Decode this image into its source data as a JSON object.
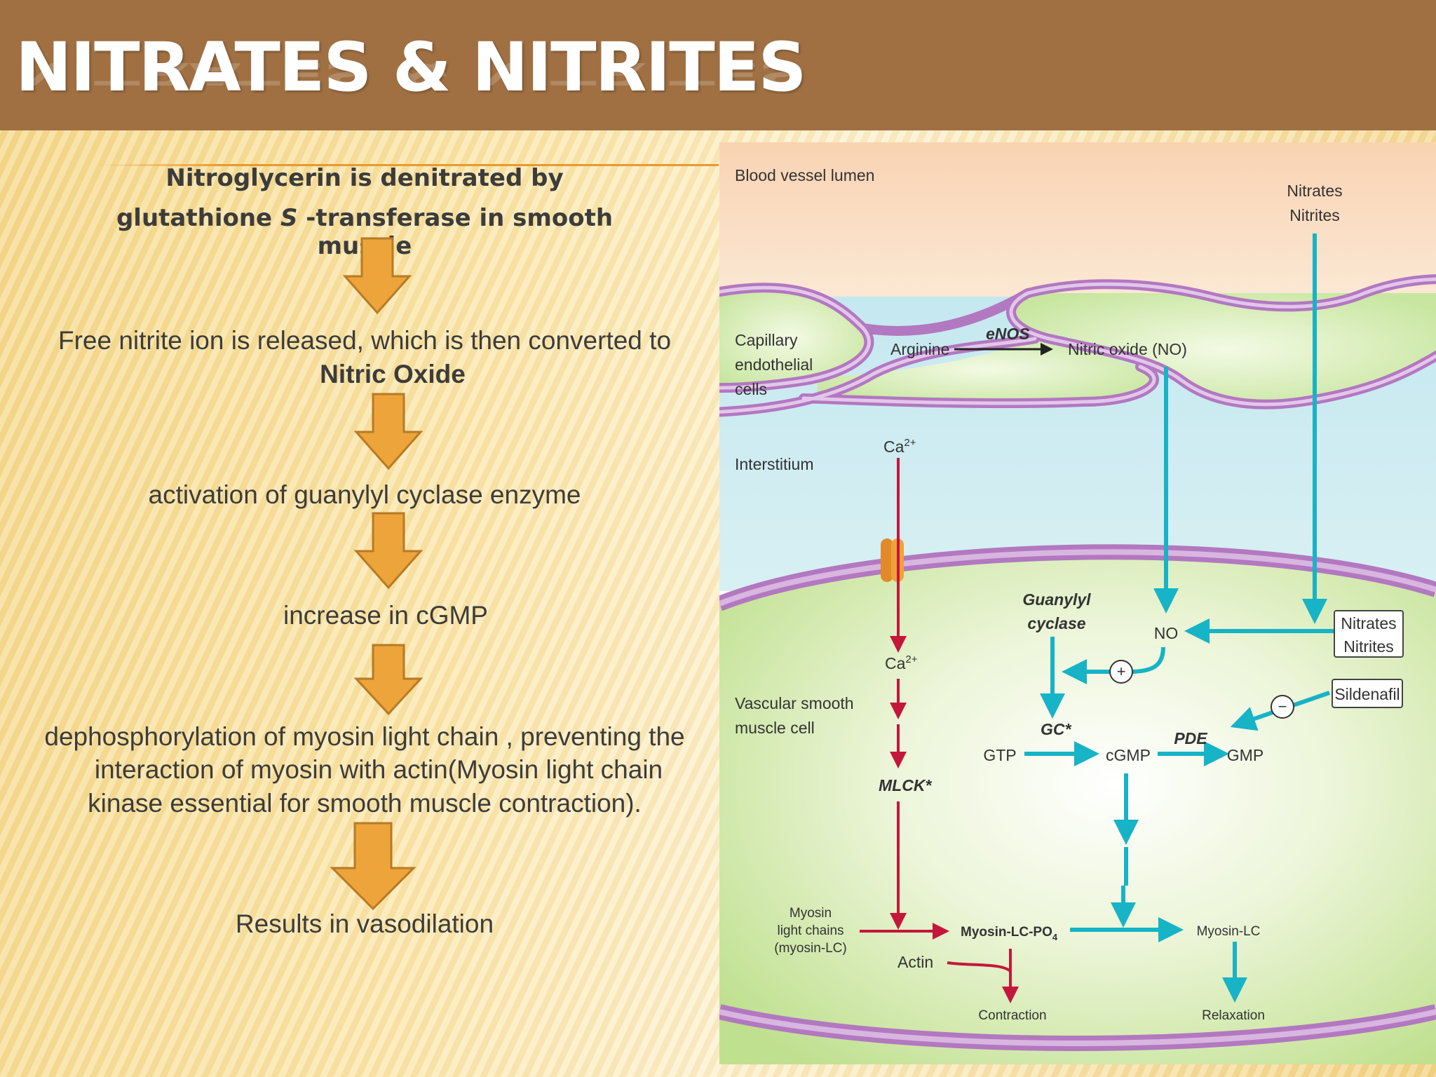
{
  "slide": {
    "title": "NITRATES & NITRITES"
  },
  "flow": {
    "step1_line1": "Nitroglycerin is denitrated by",
    "step1_line2a": "glutathione ",
    "step1_line2b": "S",
    "step1_line2c": " -transferase in smooth muscle",
    "step2_line1": "Free nitrite ion is released, which is then converted to",
    "step2_line2": "Nitric Oxide",
    "step3": "activation of guanylyl cyclase  enzyme",
    "step4": "increase in cGMP",
    "step5_line1": "dephosphorylation of myosin light chain , preventing the",
    "step5_line2": "interaction of myosin with actin(Myosin light chain",
    "step5_line3": "kinase essential for smooth muscle contraction).",
    "step6": "Results in vasodilation"
  },
  "diagram": {
    "lumen": "Blood vessel lumen",
    "nitrates_top_1": "Nitrates",
    "nitrates_top_2": "Nitrites",
    "capillary_1": "Capillary",
    "capillary_2": "endothelial",
    "capillary_3": "cells",
    "arginine": "Arginine",
    "enos": "eNOS",
    "nitric_oxide": "Nitric oxide (NO)",
    "interstitium": "Interstitium",
    "ca_top": "Ca",
    "ca_sup": "2+",
    "guanylyl_1": "Guanylyl",
    "guanylyl_2": "cyclase",
    "no": "NO",
    "nitrates_box_1": "Nitrates",
    "nitrates_box_2": "Nitrites",
    "ca_mid": "Ca",
    "plus": "+",
    "minus": "−",
    "sildenafil": "Sildenafil",
    "vsm_1": "Vascular smooth",
    "vsm_2": "muscle cell",
    "gc": "GC*",
    "gtp": "GTP",
    "cgmp": "cGMP",
    "pde": "PDE",
    "gmp": "GMP",
    "mlck": "MLCK*",
    "myosin_1": "Myosin",
    "myosin_2": "light chains",
    "myosin_3": "(myosin-LC)",
    "myosin_lc_po4": "Myosin-LC-PO",
    "po4_sub": "4",
    "myosin_lc": "Myosin-LC",
    "actin": "Actin",
    "contraction": "Contraction",
    "relaxation": "Relaxation"
  },
  "colors": {
    "header": "#a07042",
    "arrow_fill": "#eda43a",
    "arrow_stroke": "#b87a25",
    "teal": "#17b3c6",
    "red": "#c4173c",
    "membrane": "#b278c0"
  }
}
